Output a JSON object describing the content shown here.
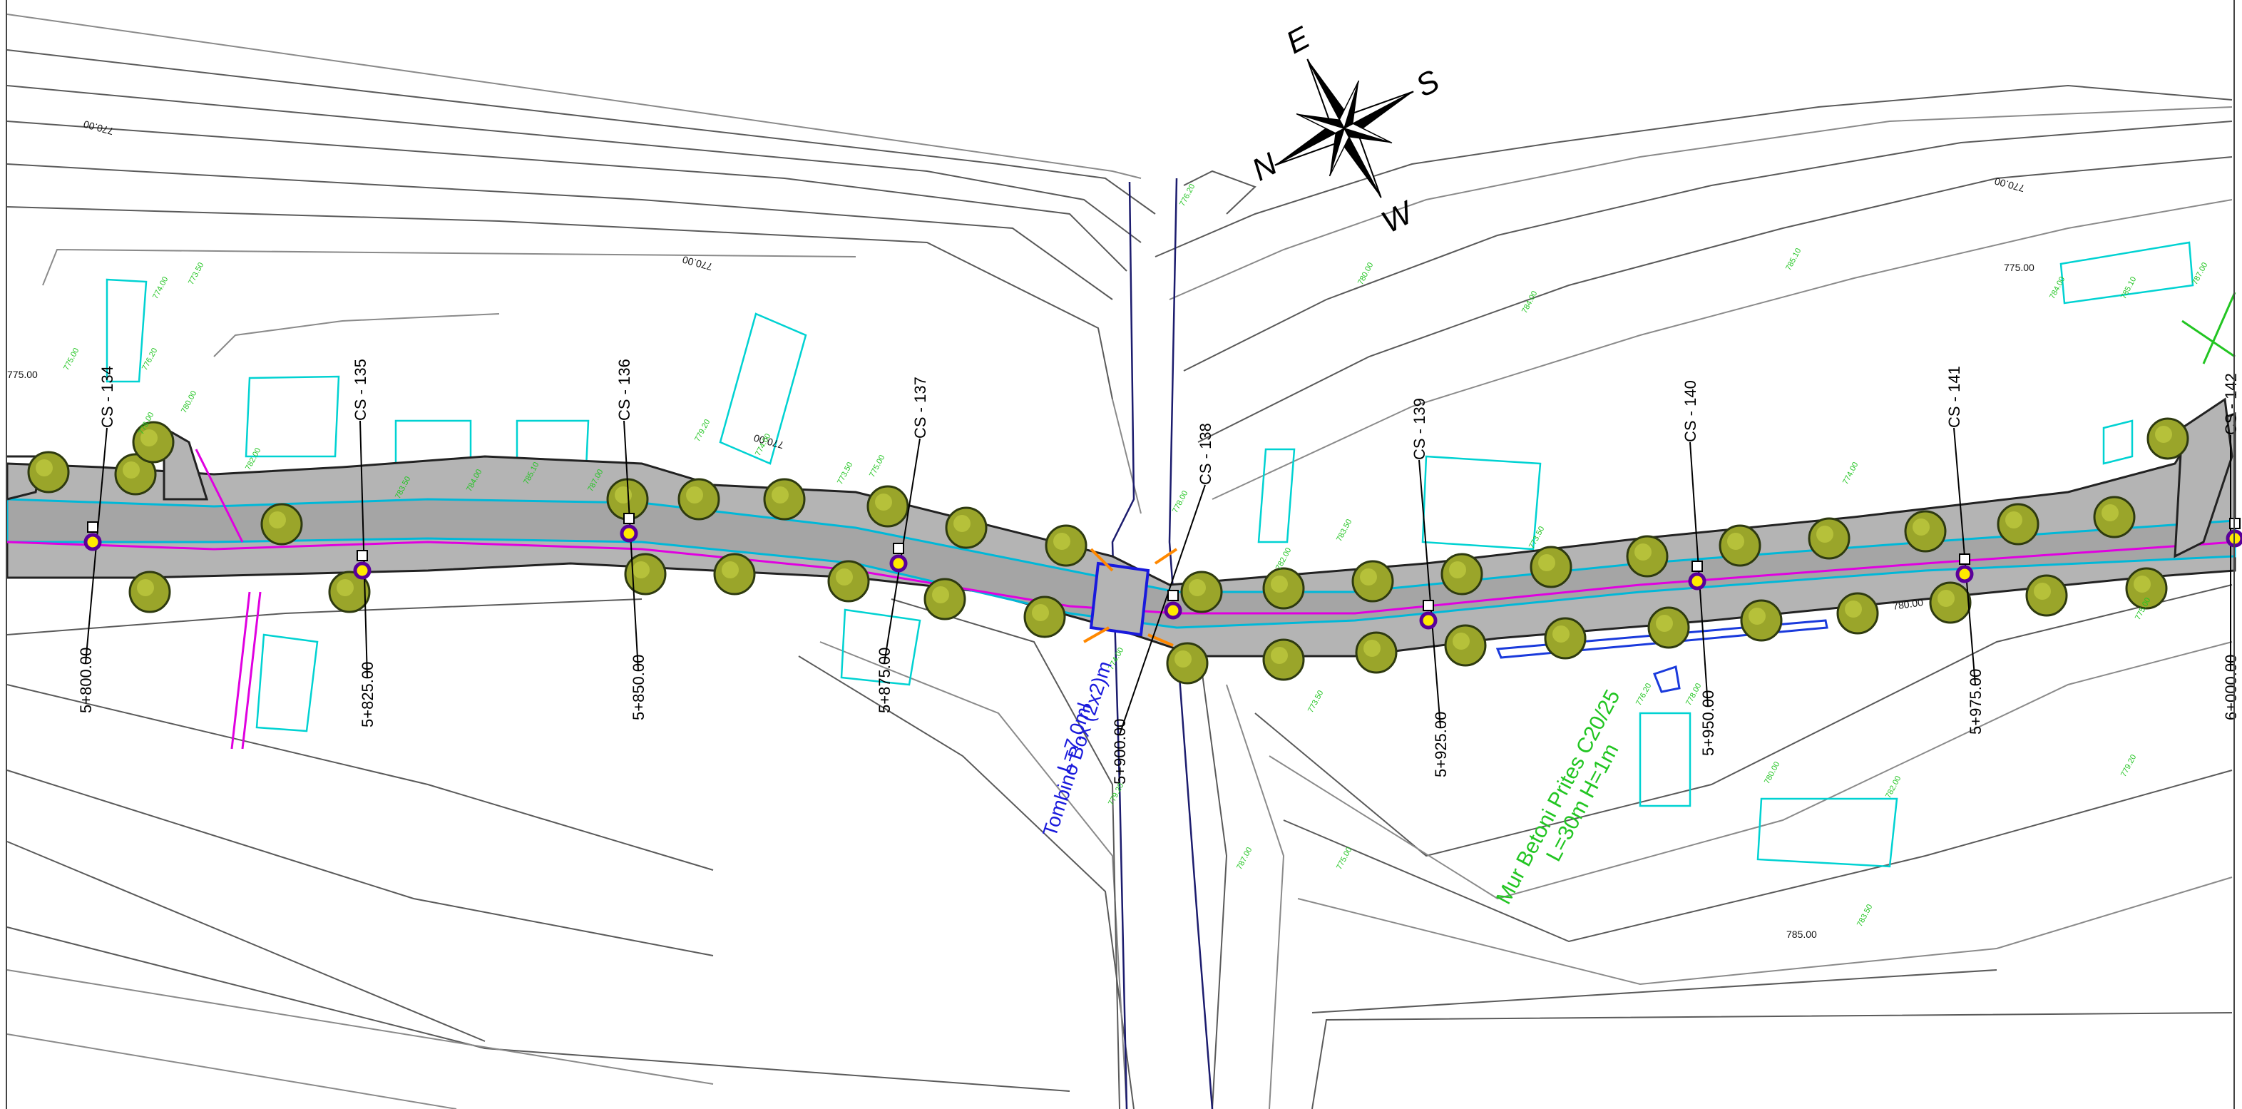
{
  "compass": {
    "n": "N",
    "e": "E",
    "s": "S",
    "w": "W"
  },
  "cross_sections": [
    {
      "id": "cs134",
      "label": "CS - 134",
      "station": "5+800.00"
    },
    {
      "id": "cs135",
      "label": "CS - 135",
      "station": "5+825.00"
    },
    {
      "id": "cs136",
      "label": "CS - 136",
      "station": "5+850.00"
    },
    {
      "id": "cs137",
      "label": "CS - 137",
      "station": "5+875.00"
    },
    {
      "id": "cs138",
      "label": "CS - 138",
      "station": "5+900.00"
    },
    {
      "id": "cs139",
      "label": "CS - 139",
      "station": "5+925.00"
    },
    {
      "id": "cs140",
      "label": "CS - 140",
      "station": "5+950.00"
    },
    {
      "id": "cs141",
      "label": "CS - 141",
      "station": "5+975.00"
    },
    {
      "id": "cs142",
      "label": "CS - 142",
      "station": "6+000.00"
    }
  ],
  "annotations": {
    "culvert_line1": "Tombino Box (2x2)m",
    "culvert_line2": "L=7.0ml",
    "wall_line1": "Mur Betoni Prites C20/25",
    "wall_line2": "L=30m H=1m"
  },
  "contour_labels": {
    "c1": "770.00",
    "c2": "770.00",
    "c3": "770.00",
    "c4": "770.00",
    "c5": "775.00",
    "c6": "775.00",
    "c7": "785.00",
    "c8": "780.00"
  },
  "green_labels": [
    "774.00",
    "773.50",
    "775.00",
    "776.20",
    "778.00",
    "780.00",
    "782.00",
    "783.50",
    "784.00",
    "785.10",
    "787.00",
    "779.20"
  ],
  "colors": {
    "road": "#b4b4b4",
    "tree": "#9aa52a",
    "contour": "#5a5a5a",
    "building": "#00d2d2",
    "centerline": "#e000e0",
    "culvert": "#1a1adc",
    "spot_level": "#22c522",
    "station_marker": "#5a009a"
  }
}
